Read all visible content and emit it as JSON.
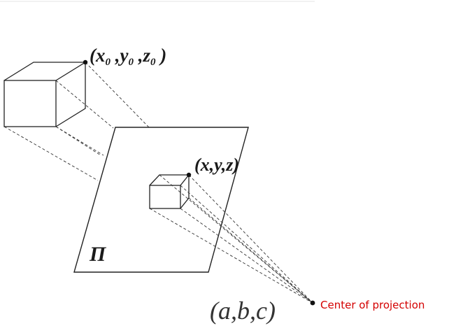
{
  "labels": {
    "object_point": {
      "x": "x",
      "x_sub": "0",
      "y": "y",
      "y_sub": "0",
      "z": "z",
      "z_sub": "0"
    },
    "image_point": "(x,y,z)",
    "plane": "Π",
    "center_coords": "(a,b,c)",
    "center_caption": "Center of projection"
  },
  "colors": {
    "caption": "#d40000",
    "lines": "#222222"
  }
}
